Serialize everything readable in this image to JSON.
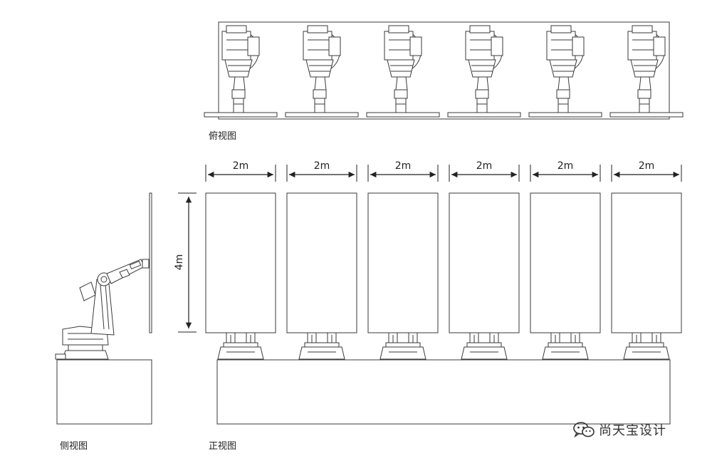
{
  "labels": {
    "top_view": "俯视图",
    "side_view": "侧视图",
    "front_view": "正视图"
  },
  "dimensions": {
    "widths": [
      "2m",
      "2m",
      "2m",
      "2m",
      "2m",
      "2m"
    ],
    "height": "4m"
  },
  "watermark": {
    "text": "尚天宝设计",
    "icon": "wechat-icon"
  },
  "colors": {
    "stroke": "#3a3a3a",
    "fill": "#ffffff"
  }
}
